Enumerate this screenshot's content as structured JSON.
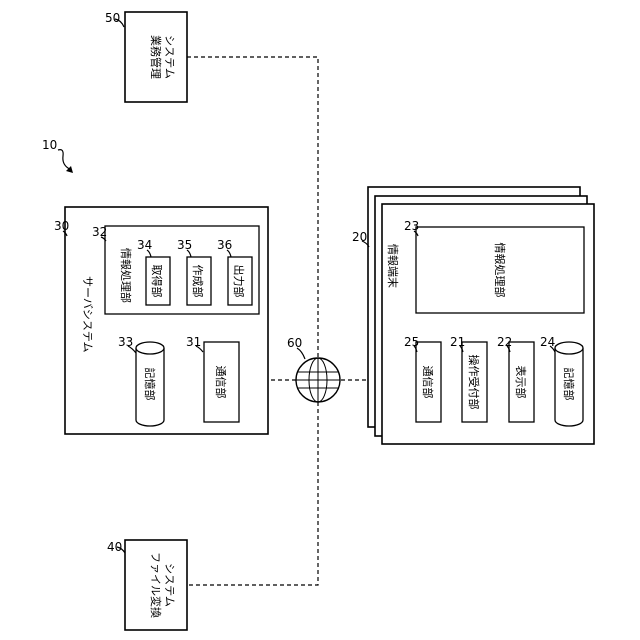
{
  "figure_ref": "10",
  "business_system": {
    "ref": "50",
    "line1": "業務管理",
    "line2": "システム"
  },
  "file_system": {
    "ref": "40",
    "line1": "ファイル変換",
    "line2": "システム"
  },
  "network": {
    "ref": "60"
  },
  "server": {
    "ref": "30",
    "title": "サーバシステム",
    "info_processing": {
      "ref": "32",
      "label": "情報処理部",
      "acquire": {
        "ref": "34",
        "label": "取得部"
      },
      "create": {
        "ref": "35",
        "label": "作成部"
      },
      "output": {
        "ref": "36",
        "label": "出力部"
      }
    },
    "storage": {
      "ref": "33",
      "label": "記憶部"
    },
    "comm": {
      "ref": "31",
      "label": "通信部"
    }
  },
  "terminal": {
    "ref": "20",
    "title": "情報端末",
    "info_processing": {
      "ref": "23",
      "label": "情報処理部"
    },
    "comm": {
      "ref": "25",
      "label": "通信部"
    },
    "op_accept": {
      "ref": "21",
      "label": "操作受付部"
    },
    "display": {
      "ref": "22",
      "label": "表示部"
    },
    "storage": {
      "ref": "24",
      "label": "記憶部"
    }
  }
}
